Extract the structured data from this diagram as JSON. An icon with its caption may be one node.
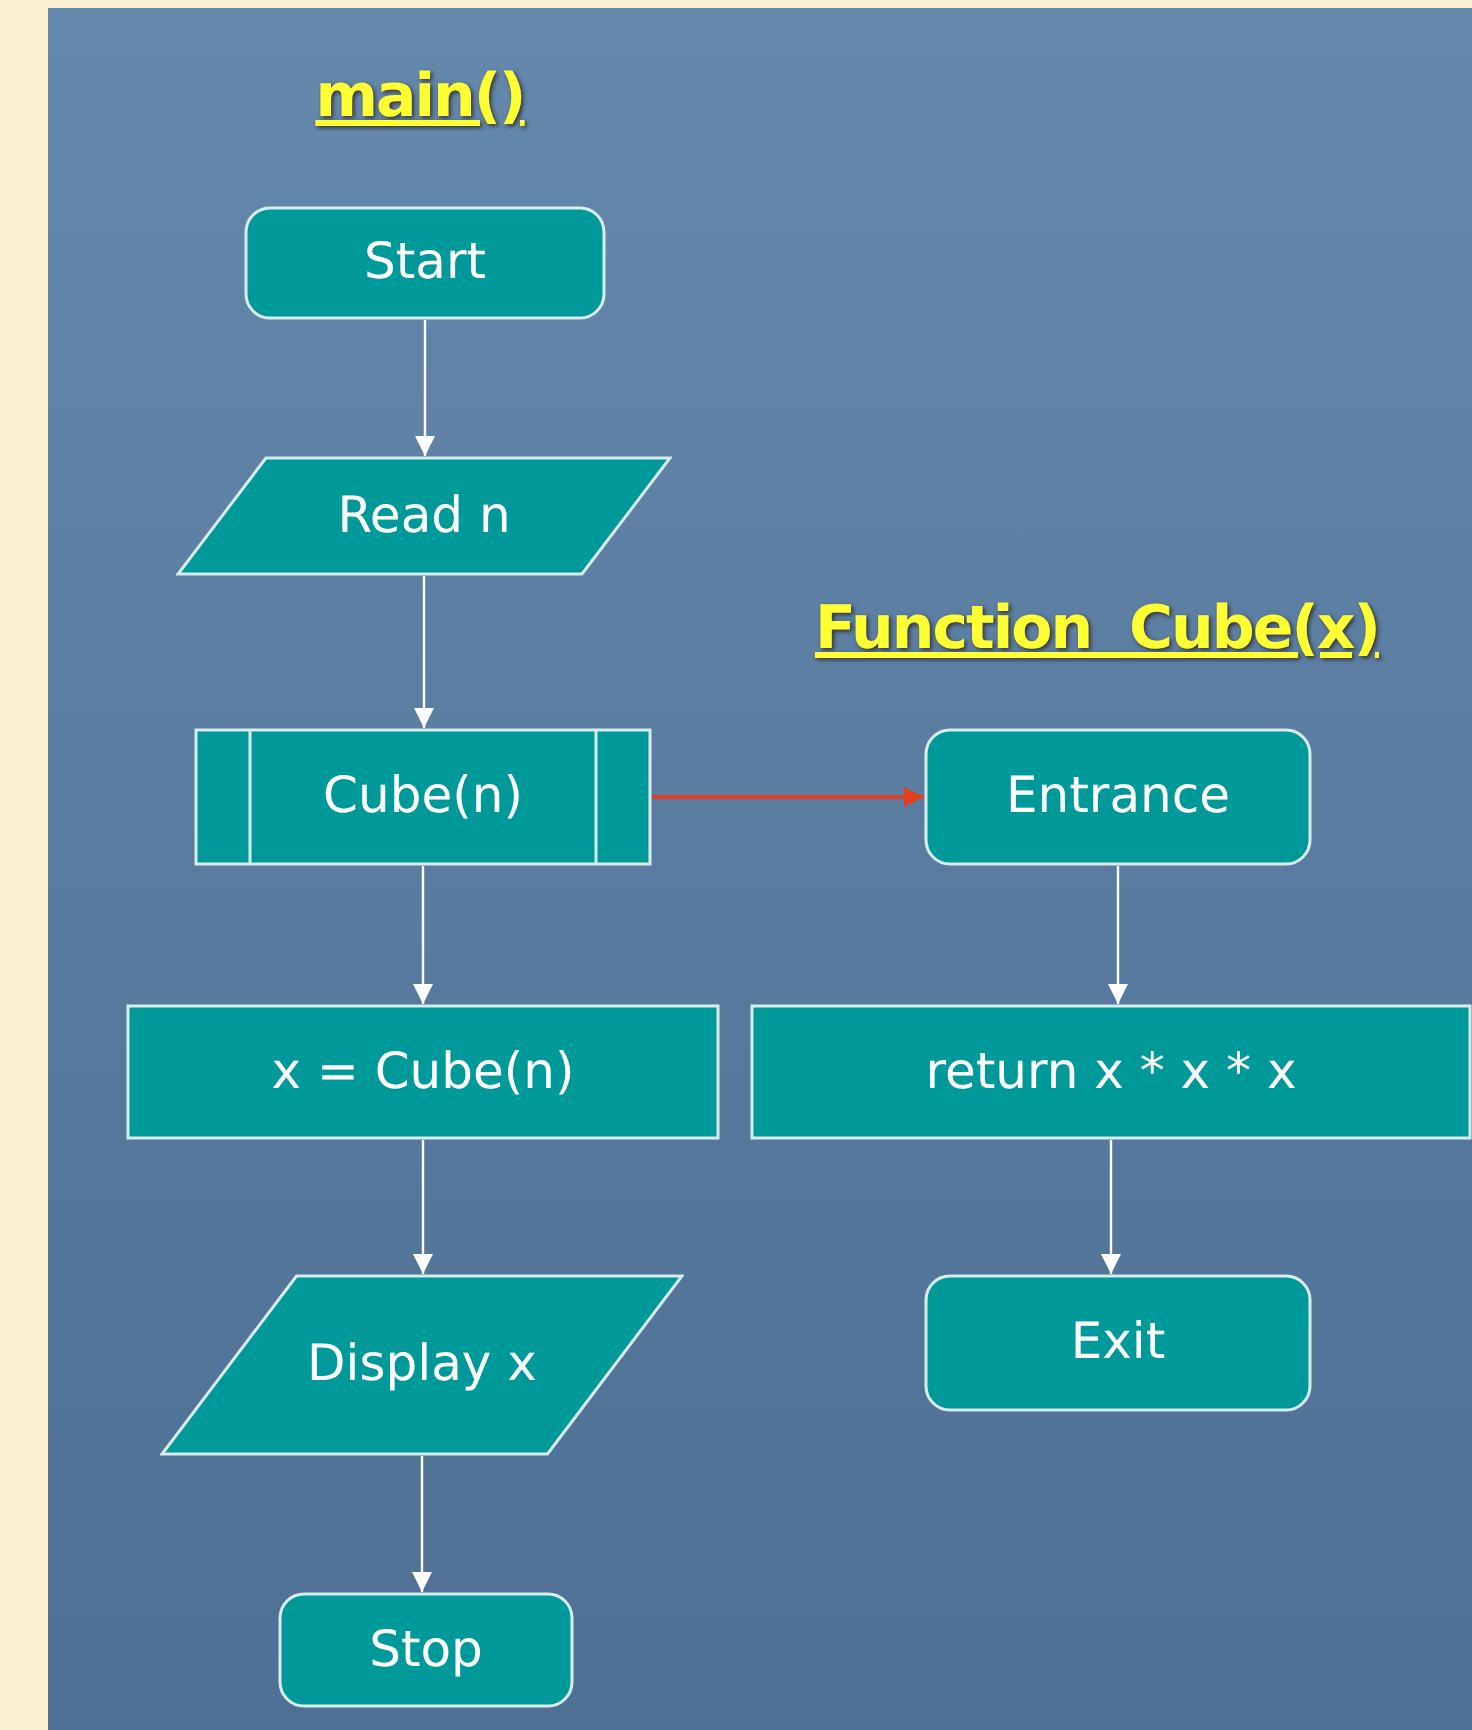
{
  "diagram": {
    "nodes": [
      {
        "text": [
          "Start"
        ]
      },
      {
        "text": [
          "Read n"
        ]
      },
      {
        "text": [
          "Cube(n)"
        ]
      },
      {
        "text": [
          "x = Cube(n)"
        ]
      },
      {
        "text": [
          "Display x"
        ]
      },
      {
        "text": [
          "Stop"
        ]
      },
      {
        "text": [
          "Entrance"
        ]
      },
      {
        "text": [
          "return x * x * x"
        ]
      },
      {
        "text": [
          "Exit"
        ]
      }
    ],
    "edges": [
      {
        "from": 0,
        "to": 1,
        "arrow": "to"
      },
      {
        "from": 1,
        "to": 2,
        "arrow": "to"
      },
      {
        "from": 2,
        "to": 3,
        "arrow": "to"
      },
      {
        "from": 3,
        "to": 4,
        "arrow": "to"
      },
      {
        "from": 4,
        "to": 5,
        "arrow": "to"
      },
      {
        "from": 2,
        "to": 6,
        "arrow": "to",
        "color": "#e0401e"
      },
      {
        "from": 6,
        "to": 7,
        "arrow": "to"
      },
      {
        "from": 7,
        "to": 8,
        "arrow": "to"
      }
    ],
    "labels": [
      "main()",
      "Function  Cube(x)"
    ]
  }
}
